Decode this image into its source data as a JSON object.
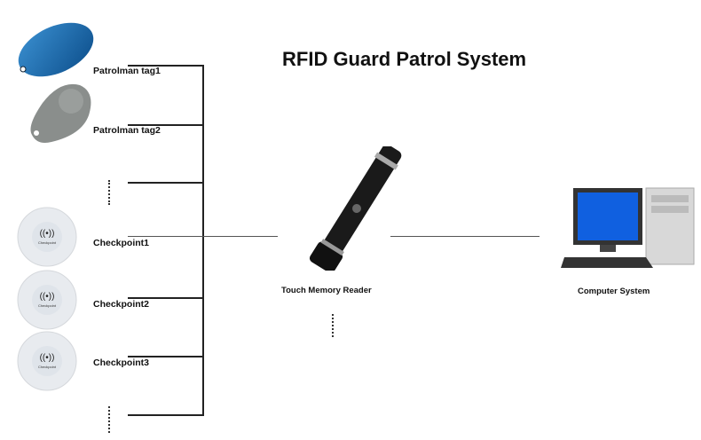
{
  "title": "RFID Guard Patrol System",
  "left_items": [
    {
      "label": "Patrolman tag1",
      "icon": "blue-oval-tag"
    },
    {
      "label": "Patrolman tag2",
      "icon": "gray-teardrop-tag"
    },
    {
      "label": "Checkpoint1",
      "icon": "checkpoint-disc"
    },
    {
      "label": "Checkpoint2",
      "icon": "checkpoint-disc"
    },
    {
      "label": "Checkpoint3",
      "icon": "checkpoint-disc"
    }
  ],
  "checkpoint_disc_text": "Checkpoint",
  "reader_label": "Touch Memory Reader",
  "computer_label": "Computer System"
}
